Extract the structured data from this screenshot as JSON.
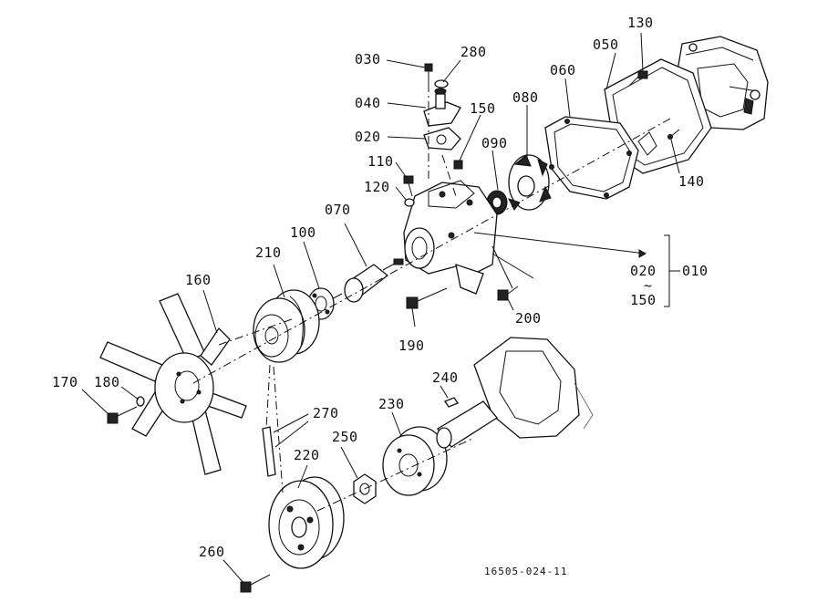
{
  "labels": {
    "l030": "030",
    "l280": "280",
    "l130": "130",
    "l050": "050",
    "l060": "060",
    "l080": "080",
    "l040": "040",
    "l150a": "150",
    "l020a": "020",
    "l090": "090",
    "l110": "110",
    "l120": "120",
    "l140": "140",
    "l070": "070",
    "l100": "100",
    "l210": "210",
    "l160": "160",
    "l020b": "020",
    "l010": "010",
    "ltilde": "~",
    "l150b": "150",
    "l200": "200",
    "l190": "190",
    "l170": "170",
    "l180": "180",
    "l240": "240",
    "l270": "270",
    "l230": "230",
    "l250": "250",
    "l220": "220",
    "l260": "260"
  },
  "drawing_code": "16505-024-11"
}
